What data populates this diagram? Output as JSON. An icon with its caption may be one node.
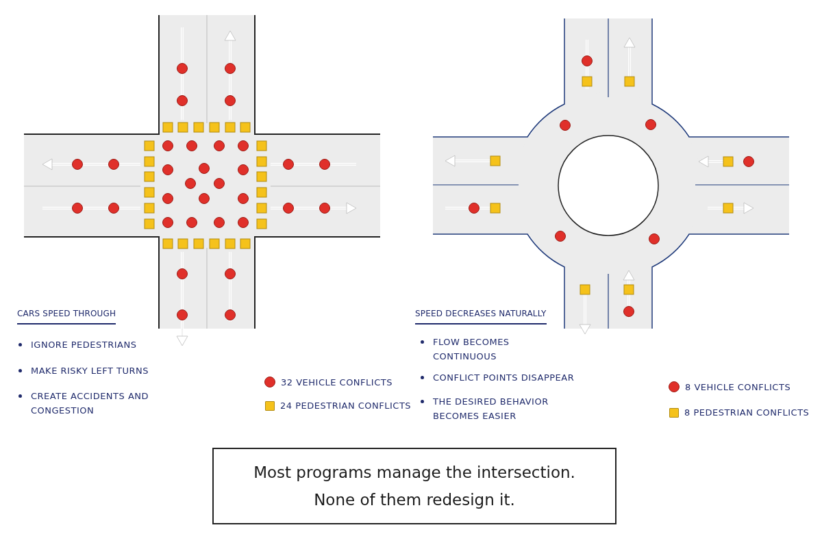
{
  "diagram": {
    "nodes": [
      {
        "text": [
          "Most programs manage the intersection. None of them redesign it."
        ]
      }
    ],
    "edges": [],
    "labels": [
      "CARS SPEED THROUGH",
      "IGNORE PEDESTRIANS",
      "MAKE RISKY LEFT TURNS",
      "CREATE ACCIDENTS AND CONGESTION",
      "SPEED DECREASES NATURALLY",
      "FLOW BECOMES CONTINUOUS",
      "CONFLICT POINTS DISAPPEAR",
      "THE DESIRED BEHAVIOR BECOMES EASIER"
    ],
    "legend": [
      {
        "text": "32 VEHICLE CONFLICTS",
        "color": "#e0302a"
      },
      {
        "text": "24 PEDESTRIAN CONFLICTS",
        "color": "#f5c21b"
      },
      {
        "text": "8 VEHICLE CONFLICTS",
        "color": "#e0302a"
      },
      {
        "text": "8 PEDESTRIAN CONFLICTS",
        "color": "#f5c21b"
      }
    ]
  }
}
